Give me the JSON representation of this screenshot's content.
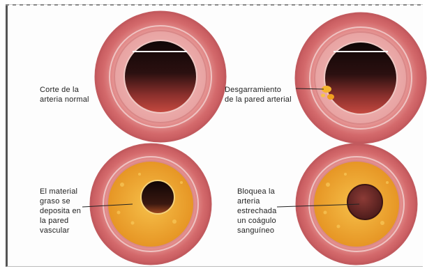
{
  "panels": {
    "normal": {
      "caption": "Corte de la\narteria normal"
    },
    "tear": {
      "caption": "Desgarramiento\nde la pared arterial"
    },
    "plaque": {
      "caption": "El material\ngraso se\ndeposita en\nla pared\nvascular"
    },
    "clot": {
      "caption": "Bloquea la\narteria\nestrechada\nun coágulo\nsanguíneo"
    }
  },
  "colors": {
    "outer_wall": "#d97878",
    "inner_wall": "#ecaeae",
    "lumen_dark": "#1a0a0a",
    "plaque": "#f0a32a",
    "clot": "#6b2a28",
    "leader": "#222222"
  }
}
